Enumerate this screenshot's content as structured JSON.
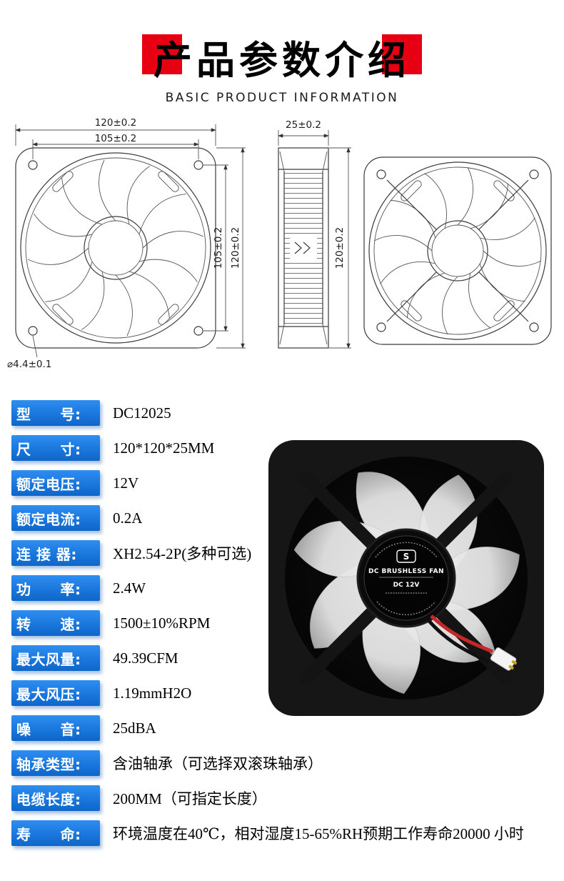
{
  "header": {
    "title": "产品参数介绍",
    "subtitle": "BASIC PRODUCT INFORMATION"
  },
  "drawings": {
    "front": {
      "dim_top_outer": "120±0.2",
      "dim_top_inner": "105±0.2",
      "dim_right_inner": "105±0.2",
      "dim_right_outer": "120±0.2",
      "hole_note": "⌀4.4±0.1"
    },
    "side": {
      "dim_top": "25±0.2",
      "dim_right": "120±0.2"
    }
  },
  "specs": [
    {
      "label": "型　　号:",
      "value": "DC12025"
    },
    {
      "label": "尺　　寸:",
      "value": "120*120*25MM"
    },
    {
      "label": "额定电压:",
      "value": "12V"
    },
    {
      "label": "额定电流:",
      "value": "0.2A"
    },
    {
      "label": "连 接 器:",
      "value": "XH2.54-2P(多种可选)"
    },
    {
      "label": "功　　率:",
      "value": "2.4W"
    },
    {
      "label": "转　　速:",
      "value": "1500±10%RPM"
    },
    {
      "label": "最大风量:",
      "value": "49.39CFM"
    },
    {
      "label": "最大风压:",
      "value": "1.19mmH2O"
    },
    {
      "label": "噪　　音:",
      "value": "25dBA"
    },
    {
      "label": "轴承类型:",
      "value": "含油轴承（可选择双滚珠轴承）"
    },
    {
      "label": "电缆长度:",
      "value": "200MM（可指定长度）"
    },
    {
      "label": "寿　　命:",
      "value": "环境温度在40℃，相对湿度15-65%RH预期工作寿命20000 小时"
    }
  ],
  "photo": {
    "logo": "S",
    "hub_line1": "DC BRUSHLESS FAN",
    "hub_line2": "DC  12V"
  }
}
